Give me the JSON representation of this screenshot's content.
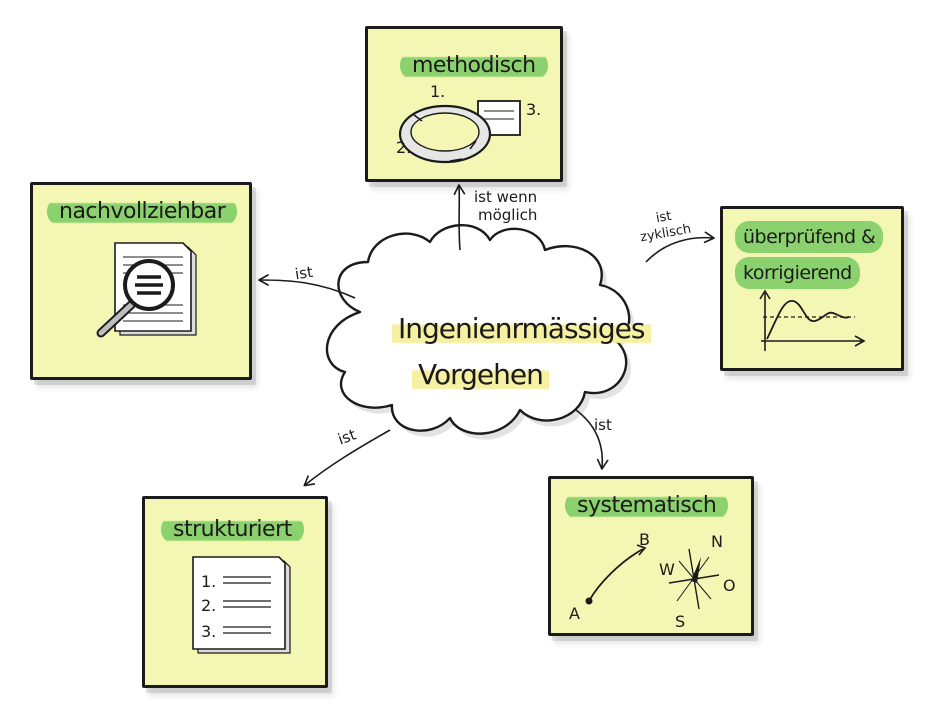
{
  "center": {
    "line1": "Ingenienrmässiges",
    "line2": "Vorgehen"
  },
  "cards": {
    "methodisch": {
      "title": "methodisch",
      "steps": [
        "1.",
        "2.",
        "3."
      ]
    },
    "nachvollziehbar": {
      "title": "nachvollziehbar"
    },
    "ueberpruefend": {
      "title_line1": "überprüfend &",
      "title_line2": "korrigierend"
    },
    "strukturiert": {
      "title": "strukturiert",
      "items": [
        "1.",
        "2.",
        "3."
      ]
    },
    "systematisch": {
      "title": "systematisch",
      "points": [
        "A",
        "B"
      ],
      "compass": [
        "N",
        "O",
        "S",
        "W"
      ]
    }
  },
  "edges": {
    "to_methodisch": {
      "label_line1": "ist wenn",
      "label_line2": "möglich"
    },
    "to_nachvollziehbar": {
      "label": "ist"
    },
    "to_ueberpruefend": {
      "label_line1": "ist",
      "label_line2": "zyklisch"
    },
    "to_strukturiert": {
      "label": "ist"
    },
    "to_systematisch": {
      "label": "ist"
    }
  },
  "colors": {
    "note": "#f4f7b3",
    "highlight_green": "#8bd16e",
    "highlight_yellow": "#f6f0a3",
    "ink": "#1b1b1b",
    "cloud_shadow": "#cfcfcf"
  }
}
